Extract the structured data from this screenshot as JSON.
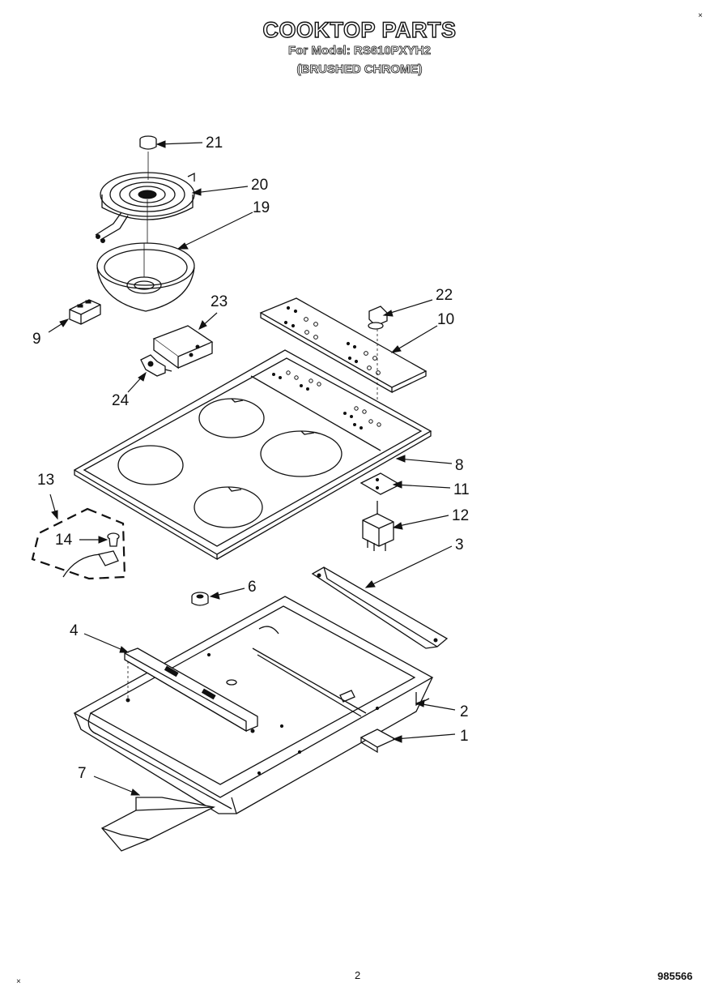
{
  "header": {
    "title": "COOKTOP PARTS",
    "model_line": "For Model: RS610PXYH2",
    "finish_line": "(BRUSHED CHROME)"
  },
  "corner_marks": {
    "top_right": "×",
    "bottom_left": "×"
  },
  "callouts": {
    "p1": "1",
    "p2": "2",
    "p3": "3",
    "p4": "4",
    "p6": "6",
    "p7": "7",
    "p8": "8",
    "p9": "9",
    "p10": "10",
    "p11": "11",
    "p12": "12",
    "p13": "13",
    "p14": "14",
    "p19": "19",
    "p20": "20",
    "p21": "21",
    "p22": "22",
    "p23": "23",
    "p24": "24"
  },
  "footer": {
    "page_number": "2",
    "document_number": "985566"
  }
}
